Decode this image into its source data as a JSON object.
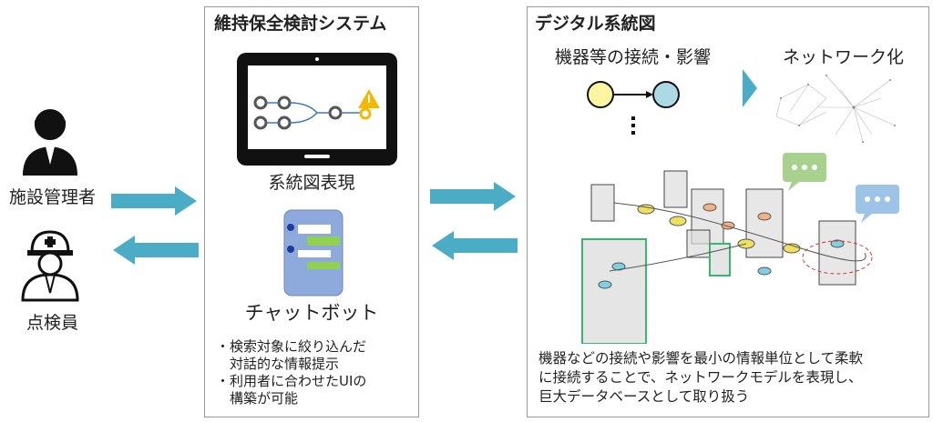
{
  "actors": [
    {
      "label": "施設管理者",
      "icon": "manager-person-icon"
    },
    {
      "label": "点検員",
      "icon": "inspector-helmet-icon"
    }
  ],
  "system": {
    "title": "維持保全検討システム",
    "diagram_label": "系統図表現",
    "chatbot_label": "チャットボット",
    "bullets": [
      "・検索対象に絞り込んだ",
      "　対話的な情報提示",
      "・利用者に合わせたUIの",
      "　構築が可能"
    ]
  },
  "digital": {
    "title": "デジタル系統図",
    "connection_label": "機器等の接続・影響",
    "network_label": "ネットワーク化",
    "description": [
      "機器などの接続や影響を最小の情報単位として柔軟",
      "に接続することで、ネットワークモデルを表現し、",
      "巨大データベースとして取り扱う"
    ]
  },
  "colors": {
    "arrow": "#4bacc6",
    "warning": "#f5b800",
    "node_yellow": "#fdf5a0",
    "node_blue": "#add8e6",
    "phone": "#8ea9db",
    "chat_green": "#92d050"
  }
}
